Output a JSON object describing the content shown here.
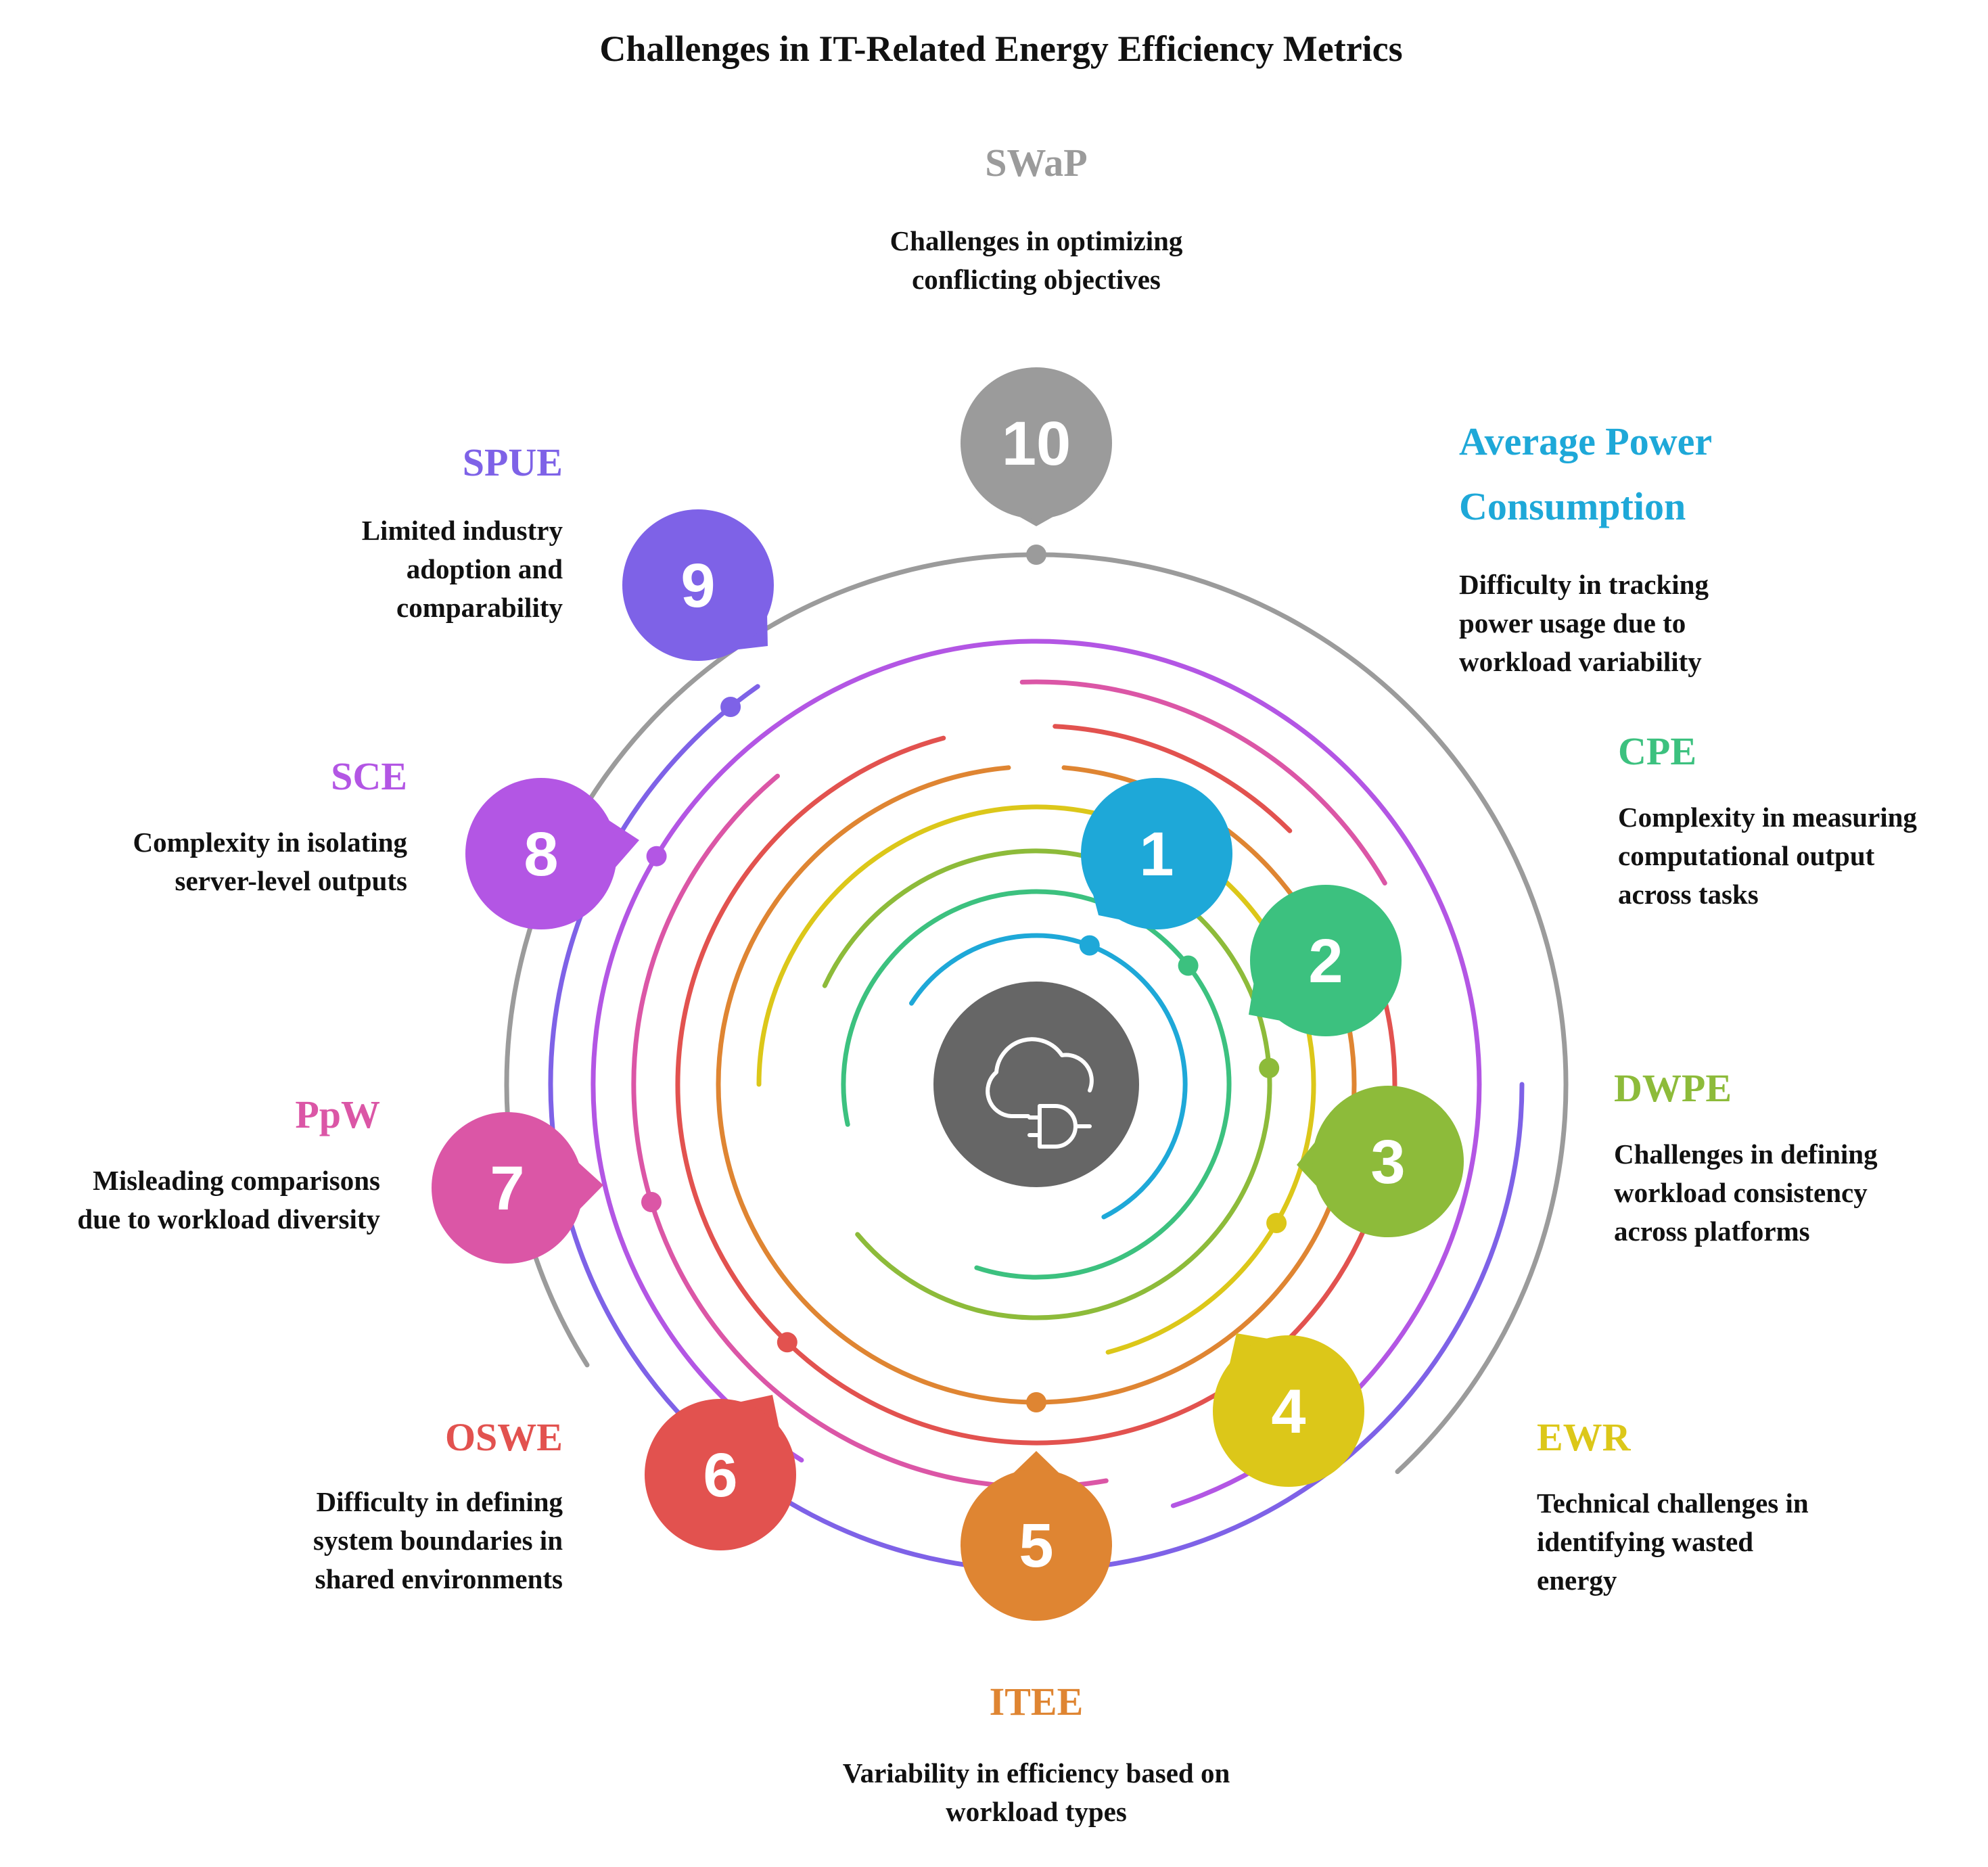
{
  "title": "Challenges in IT-Related Energy Efficiency Metrics",
  "center_icon": "cloud-plug-icon",
  "center_color": "#666666",
  "items": [
    {
      "number": "1",
      "heading": [
        "Average Power",
        "Consumption"
      ],
      "description": [
        "Difficulty in tracking",
        "power usage due to",
        "workload variability"
      ],
      "color": "#1EA8D8"
    },
    {
      "number": "2",
      "heading": [
        "CPE"
      ],
      "description": [
        "Complexity in measuring",
        "computational output",
        "across tasks"
      ],
      "color": "#3CC17F"
    },
    {
      "number": "3",
      "heading": [
        "DWPE"
      ],
      "description": [
        "Challenges in defining",
        "workload consistency",
        "across platforms"
      ],
      "color": "#8DBB3A"
    },
    {
      "number": "4",
      "heading": [
        "EWR"
      ],
      "description": [
        "Technical challenges in",
        "identifying wasted",
        "energy"
      ],
      "color": "#DCC719"
    },
    {
      "number": "5",
      "heading": [
        "ITEE"
      ],
      "description": [
        "Variability in efficiency based on",
        "workload types"
      ],
      "color": "#DF8532"
    },
    {
      "number": "6",
      "heading": [
        "OSWE"
      ],
      "description": [
        "Difficulty in defining",
        "system boundaries in",
        "shared environments"
      ],
      "color": "#E2524F"
    },
    {
      "number": "7",
      "heading": [
        "PpW"
      ],
      "description": [
        "Misleading comparisons",
        "due to workload diversity"
      ],
      "color": "#DB56A6"
    },
    {
      "number": "8",
      "heading": [
        "SCE"
      ],
      "description": [
        "Complexity in isolating",
        "server-level outputs"
      ],
      "color": "#B356E4"
    },
    {
      "number": "9",
      "heading": [
        "SPUE"
      ],
      "description": [
        "Limited industry",
        "adoption and",
        "comparability"
      ],
      "color": "#7E62E7"
    },
    {
      "number": "10",
      "heading": [
        "SWaP"
      ],
      "description": [
        "Challenges in optimizing",
        "conflicting objectives"
      ],
      "color": "#9B9B9B"
    }
  ]
}
